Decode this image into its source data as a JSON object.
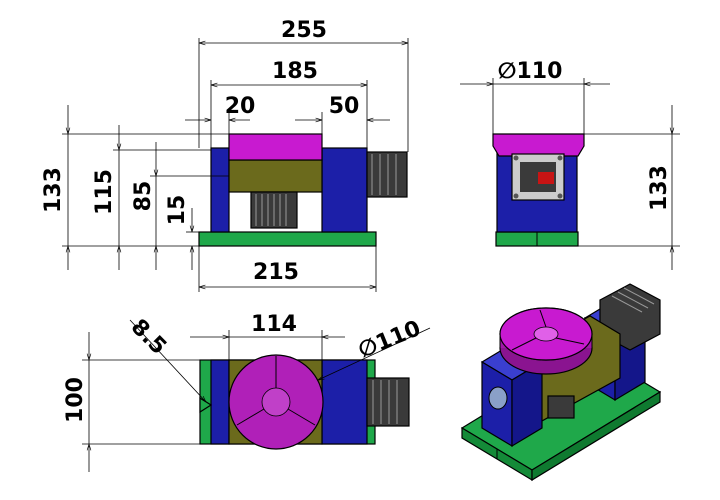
{
  "colors": {
    "base": "#1fa84a",
    "housing": "#1c1fa8",
    "rotor": "#6b6a1c",
    "chuck": "#c81ad0",
    "motor": "#3a3a3a",
    "label_red": "#c81414"
  },
  "front_view": {
    "overall_width": "255",
    "housing_width": "185",
    "left_offset": "20",
    "right_offset": "50",
    "base_width": "215",
    "total_height": "133",
    "height_to_chuck": "115",
    "axis_height": "85",
    "base_thickness": "15"
  },
  "side_view": {
    "chuck_diameter": "∅110",
    "total_height": "133"
  },
  "top_view": {
    "chamfer": "8.5",
    "housing_span": "114",
    "chuck_diameter": "∅110",
    "depth": "100"
  }
}
